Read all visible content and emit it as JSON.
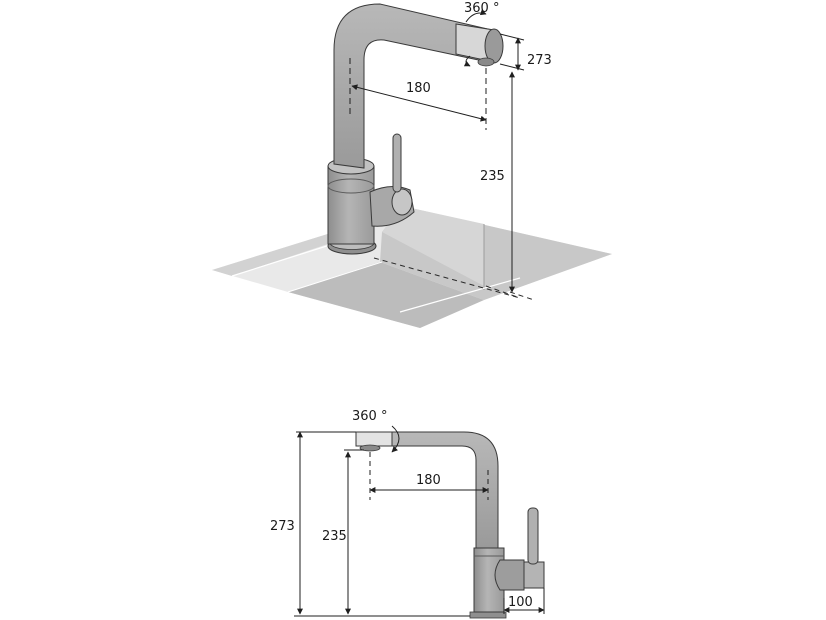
{
  "top_view": {
    "rotation_label": "360 °",
    "reach_label": "180",
    "total_height_label": "273",
    "spout_height_label": "235"
  },
  "side_view": {
    "rotation_label": "360 °",
    "reach_label": "180",
    "total_height_label": "273",
    "spout_height_label": "235",
    "lever_offset_label": "100"
  },
  "colors": {
    "tap_body": "#ababab",
    "tap_outline": "#3a3a3a",
    "sink_surface": "#c9c9c9",
    "sink_light": "#e6e6e6",
    "dimension_line": "#1f1f1f"
  }
}
